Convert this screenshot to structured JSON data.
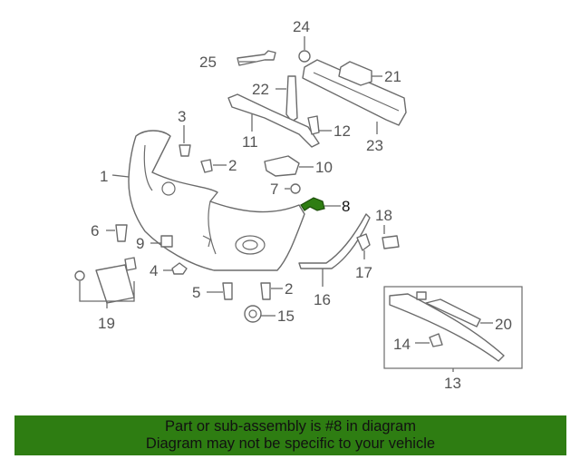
{
  "diagram": {
    "labels": {
      "l1": "1",
      "l2a": "2",
      "l2b": "2",
      "l3": "3",
      "l4": "4",
      "l5": "5",
      "l6": "6",
      "l7": "7",
      "l8": "8",
      "l9": "9",
      "l10": "10",
      "l11": "11",
      "l12": "12",
      "l13": "13",
      "l14": "14",
      "l15": "15",
      "l16": "16",
      "l17": "17",
      "l18": "18",
      "l19": "19",
      "l20": "20",
      "l21": "21",
      "l22": "22",
      "l23": "23",
      "l24": "24",
      "l25": "25"
    },
    "highlighted_part": "8",
    "colors": {
      "highlight": "#2e7d12",
      "line": "#6b6b6b",
      "banner": "#2e7d12"
    }
  },
  "banner": {
    "line1": "Part or sub-assembly is #8 in diagram",
    "line2": "Diagram may not be specific to your vehicle"
  }
}
